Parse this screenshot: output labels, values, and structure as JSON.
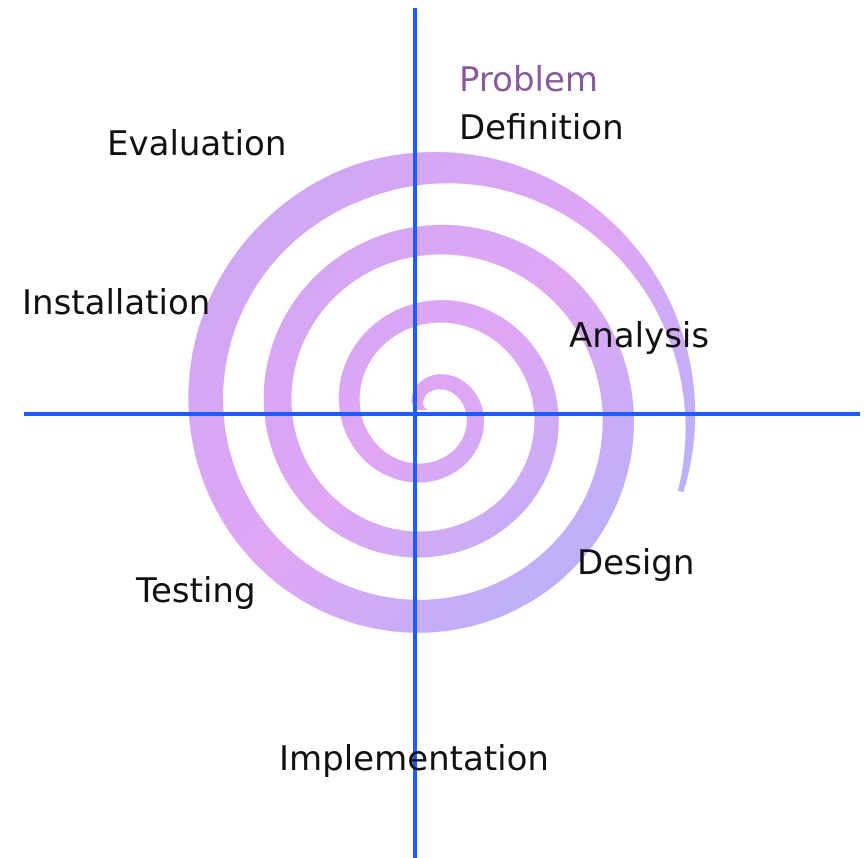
{
  "diagram": {
    "colors": {
      "background": "#ffffff",
      "axis": "#1f5cff",
      "spiral_pink": "#e0a6f4",
      "spiral_lavender": "#c8b0f4",
      "spiral_blue": "#a4b8fa",
      "label_text": "#111111",
      "label_faded": "#8a5a9e"
    },
    "labels": {
      "problem": "Problem",
      "definition": "Definition",
      "analysis": "Analysis",
      "design": "Design",
      "implementation": "Implementation",
      "testing": "Testing",
      "installation": "Installation",
      "evaluation": "Evaluation"
    }
  }
}
